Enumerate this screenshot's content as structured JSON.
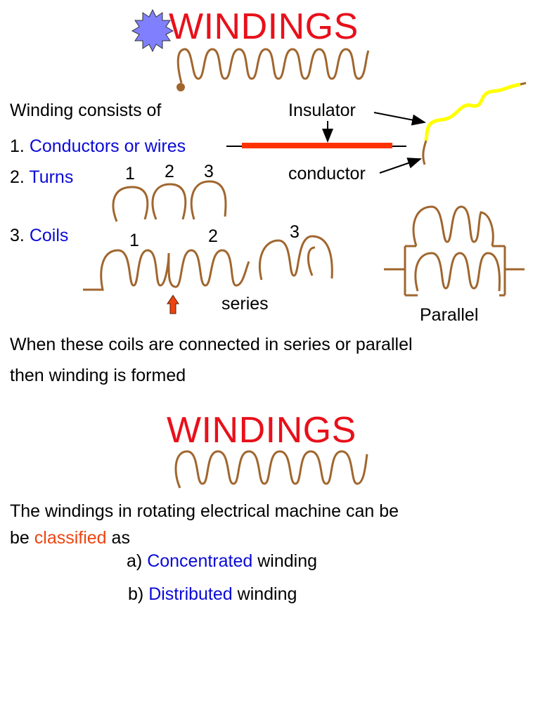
{
  "slide1": {
    "title": "WINDINGS",
    "intro": "Winding consists of",
    "item1": {
      "num": "1.",
      "text": "Conductors or wires"
    },
    "item2": {
      "num": "2.",
      "text": "Turns"
    },
    "item3": {
      "num": "3.",
      "text": "Coils"
    },
    "insulator_label": "Insulator",
    "conductor_label": "conductor",
    "turn_numbers": [
      "1",
      "2",
      "3"
    ],
    "coil_numbers": [
      "1",
      "2",
      "3"
    ],
    "series_label": "series",
    "parallel_label": "Parallel",
    "conclusion_line1": "When these coils are connected in series or parallel",
    "conclusion_line2": "then winding is formed"
  },
  "slide2": {
    "title": "WINDINGS",
    "line1": "The windings in rotating electrical machine can be",
    "line2_pre": "be ",
    "line2_highlight": "classified",
    "line2_post": " as",
    "option_a": {
      "prefix": "a) ",
      "highlight": "Concentrated",
      "suffix": " winding"
    },
    "option_b": {
      "prefix": "b) ",
      "highlight": "Distributed",
      "suffix": " winding"
    }
  },
  "colors": {
    "title": "#e8101a",
    "highlight_blue": "#0a0ad8",
    "highlight_orange": "#ee4411",
    "coil": "#a0662e",
    "insulator": "#ffff00",
    "conductor_bar": "#ff3300",
    "star": "#8080ff"
  },
  "icons": [
    "star-burst-icon",
    "up-arrow-icon"
  ]
}
